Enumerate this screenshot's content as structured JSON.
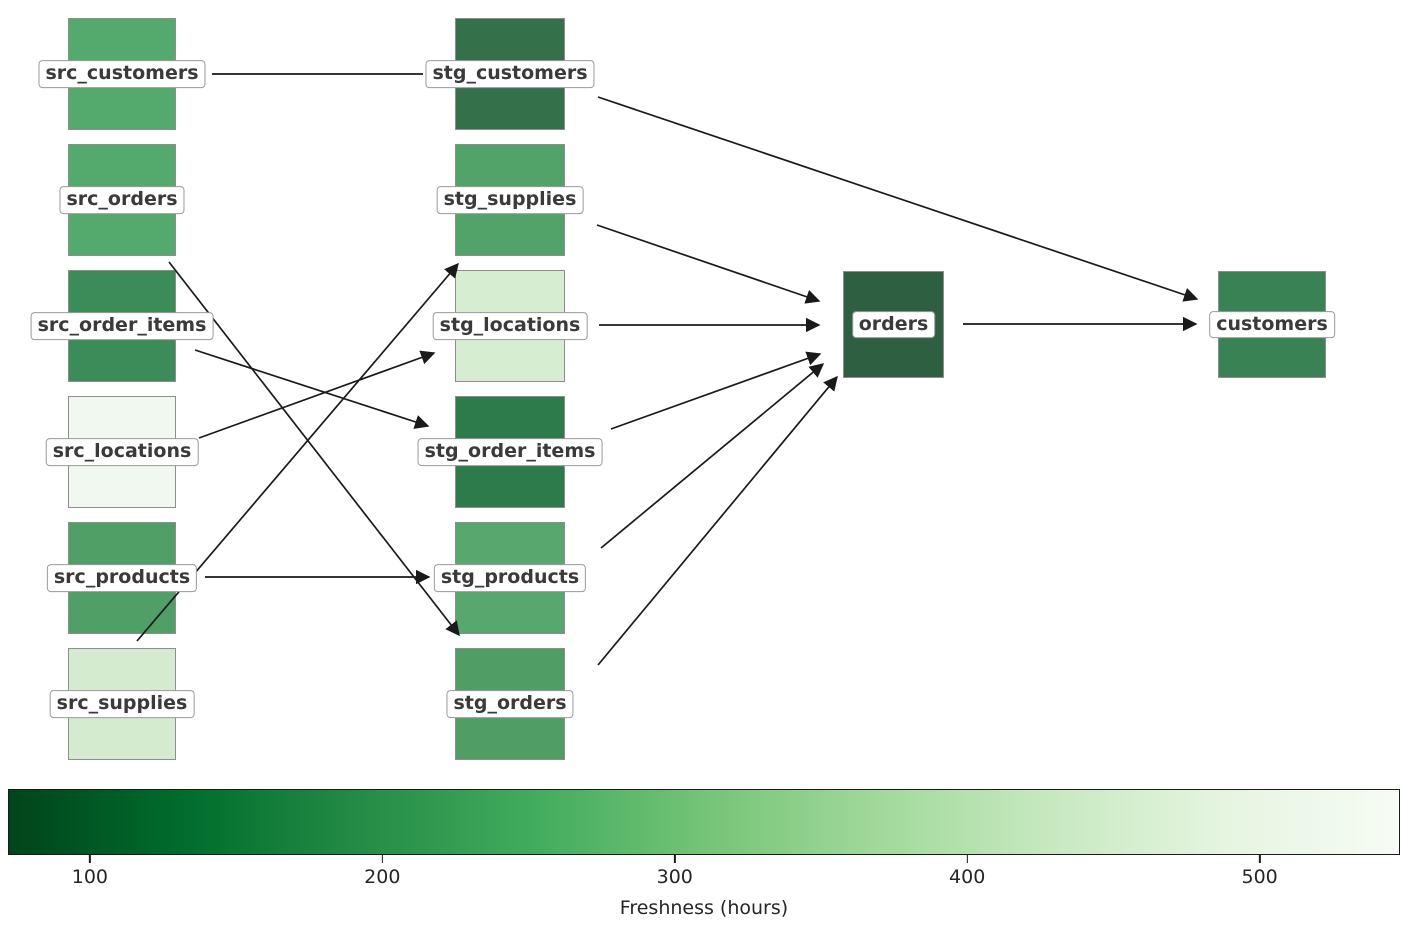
{
  "diagram": {
    "nodes": [
      {
        "id": "src_customers",
        "label": "src_customers",
        "color": "#54a96c"
      },
      {
        "id": "src_orders",
        "label": "src_orders",
        "color": "#54a96c"
      },
      {
        "id": "src_order_items",
        "label": "src_order_items",
        "color": "#3c8c5a"
      },
      {
        "id": "src_locations",
        "label": "src_locations",
        "color": "#f1f8ef"
      },
      {
        "id": "src_products",
        "label": "src_products",
        "color": "#4f9f66"
      },
      {
        "id": "src_supplies",
        "label": "src_supplies",
        "color": "#d4ebcf"
      },
      {
        "id": "stg_customers",
        "label": "stg_customers",
        "color": "#34714a"
      },
      {
        "id": "stg_supplies",
        "label": "stg_supplies",
        "color": "#52a369"
      },
      {
        "id": "stg_locations",
        "label": "stg_locations",
        "color": "#d7edd2"
      },
      {
        "id": "stg_order_items",
        "label": "stg_order_items",
        "color": "#2d7a4a"
      },
      {
        "id": "stg_products",
        "label": "stg_products",
        "color": "#57a76e"
      },
      {
        "id": "stg_orders",
        "label": "stg_orders",
        "color": "#509e65"
      },
      {
        "id": "orders",
        "label": "orders",
        "color": "#2f5f41"
      },
      {
        "id": "customers",
        "label": "customers",
        "color": "#388254"
      }
    ],
    "edges": [
      {
        "from": "src_customers",
        "to": "stg_customers"
      },
      {
        "from": "src_orders",
        "to": "stg_orders"
      },
      {
        "from": "src_order_items",
        "to": "stg_order_items"
      },
      {
        "from": "src_locations",
        "to": "stg_locations"
      },
      {
        "from": "src_products",
        "to": "stg_products"
      },
      {
        "from": "src_supplies",
        "to": "stg_supplies"
      },
      {
        "from": "stg_customers",
        "to": "customers"
      },
      {
        "from": "stg_supplies",
        "to": "orders"
      },
      {
        "from": "stg_locations",
        "to": "orders"
      },
      {
        "from": "stg_order_items",
        "to": "orders"
      },
      {
        "from": "stg_products",
        "to": "orders"
      },
      {
        "from": "stg_orders",
        "to": "orders"
      },
      {
        "from": "orders",
        "to": "customers"
      }
    ],
    "edge_color": "#1a1a1a"
  },
  "colorbar": {
    "label": "Freshness (hours)",
    "tick_labels": [
      "100",
      "200",
      "300",
      "400",
      "500"
    ],
    "tick_values": [
      100,
      200,
      300,
      400,
      500
    ],
    "axis_min": 72,
    "axis_max": 548,
    "gradient": [
      "#00441b",
      "#006d2c",
      "#238b45",
      "#41ab5d",
      "#74c476",
      "#a1d99b",
      "#c7e9c0",
      "#e5f5e0",
      "#f7fcf5"
    ]
  }
}
